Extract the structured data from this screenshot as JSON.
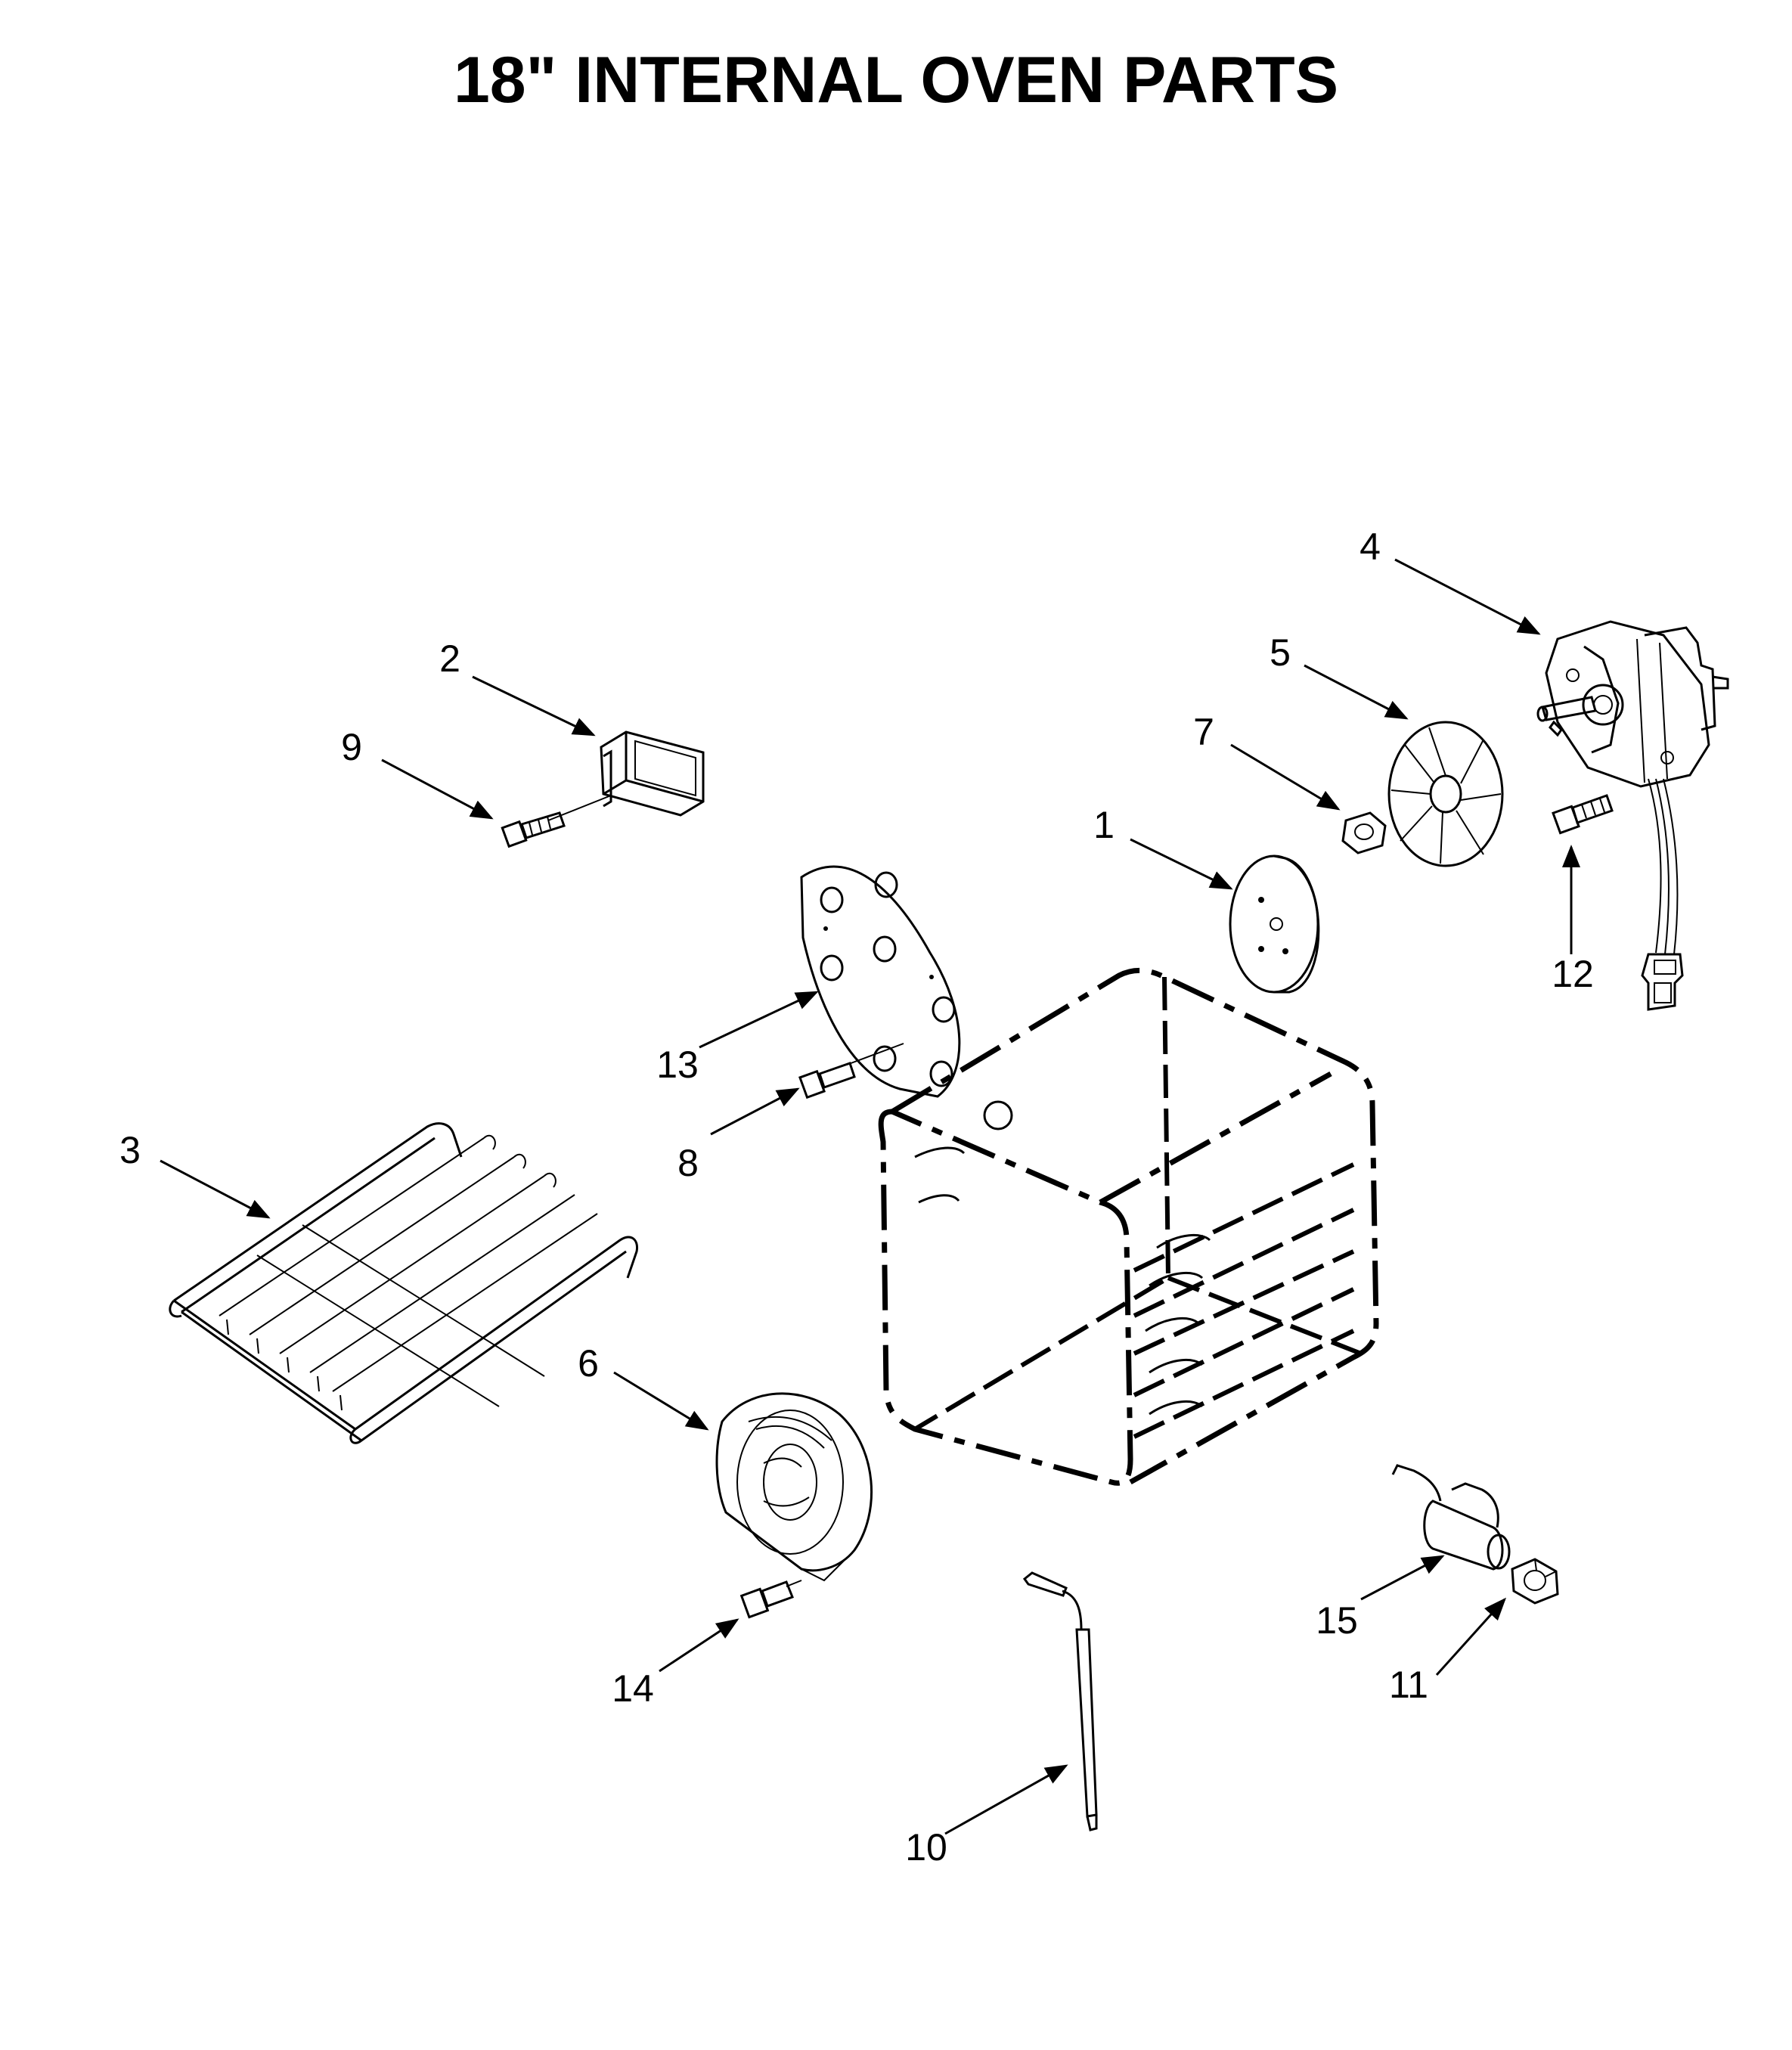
{
  "title": "18\" INTERNAL OVEN PARTS",
  "callouts": [
    "1",
    "2",
    "3",
    "4",
    "5",
    "6",
    "7",
    "8",
    "9",
    "10",
    "11",
    "12",
    "13",
    "14",
    "15"
  ],
  "colors": {
    "ink": "#000000",
    "paper": "#ffffff"
  }
}
